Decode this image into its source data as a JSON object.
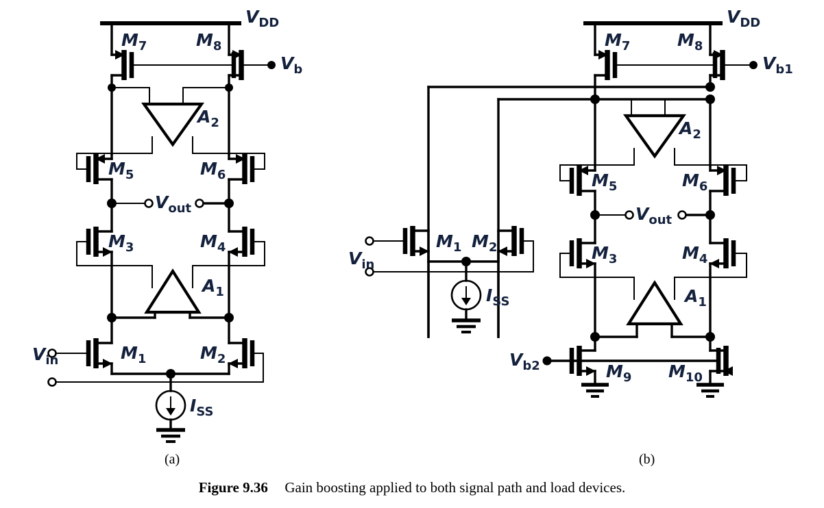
{
  "figure": {
    "caption_label": "Figure 9.36",
    "caption_text": "Gain boosting applied to both signal path and load devices.",
    "part_a_label": "(a)",
    "part_b_label": "(b)"
  },
  "colors": {
    "label_color": "#14213d",
    "wire_color": "#000000",
    "background": "#ffffff"
  },
  "circuit_a": {
    "name": "gain-boosted-cascode-with-boosted-loads",
    "supply_label": "V",
    "supply_sub": "DD",
    "bias_label": "V",
    "bias_sub": "b",
    "output_label": "V",
    "output_sub": "out",
    "input_label": "V",
    "input_sub": "in",
    "current_source_label": "I",
    "current_source_sub": "SS",
    "amp_top_label": "A",
    "amp_top_sub": "2",
    "amp_bottom_label": "A",
    "amp_bottom_sub": "1",
    "transistors": [
      {
        "name": "M",
        "sub": "7",
        "type": "pmos"
      },
      {
        "name": "M",
        "sub": "8",
        "type": "pmos"
      },
      {
        "name": "M",
        "sub": "5",
        "type": "pmos"
      },
      {
        "name": "M",
        "sub": "6",
        "type": "pmos"
      },
      {
        "name": "M",
        "sub": "3",
        "type": "nmos"
      },
      {
        "name": "M",
        "sub": "4",
        "type": "nmos"
      },
      {
        "name": "M",
        "sub": "1",
        "type": "nmos"
      },
      {
        "name": "M",
        "sub": "2",
        "type": "nmos"
      }
    ]
  },
  "circuit_b": {
    "name": "gain-boosted-cascode-with-separate-input-pair",
    "supply_label": "V",
    "supply_sub": "DD",
    "bias1_label": "V",
    "bias1_sub": "b1",
    "bias2_label": "V",
    "bias2_sub": "b2",
    "output_label": "V",
    "output_sub": "out",
    "input_label": "V",
    "input_sub": "in",
    "current_source_label": "I",
    "current_source_sub": "SS",
    "amp_top_label": "A",
    "amp_top_sub": "2",
    "amp_bottom_label": "A",
    "amp_bottom_sub": "1",
    "transistors": [
      {
        "name": "M",
        "sub": "7",
        "type": "pmos"
      },
      {
        "name": "M",
        "sub": "8",
        "type": "pmos"
      },
      {
        "name": "M",
        "sub": "5",
        "type": "pmos"
      },
      {
        "name": "M",
        "sub": "6",
        "type": "pmos"
      },
      {
        "name": "M",
        "sub": "3",
        "type": "nmos"
      },
      {
        "name": "M",
        "sub": "4",
        "type": "nmos"
      },
      {
        "name": "M",
        "sub": "1",
        "type": "nmos"
      },
      {
        "name": "M",
        "sub": "2",
        "type": "nmos"
      },
      {
        "name": "M",
        "sub": "9",
        "type": "nmos"
      },
      {
        "name": "M",
        "sub": "10",
        "type": "nmos"
      }
    ]
  }
}
